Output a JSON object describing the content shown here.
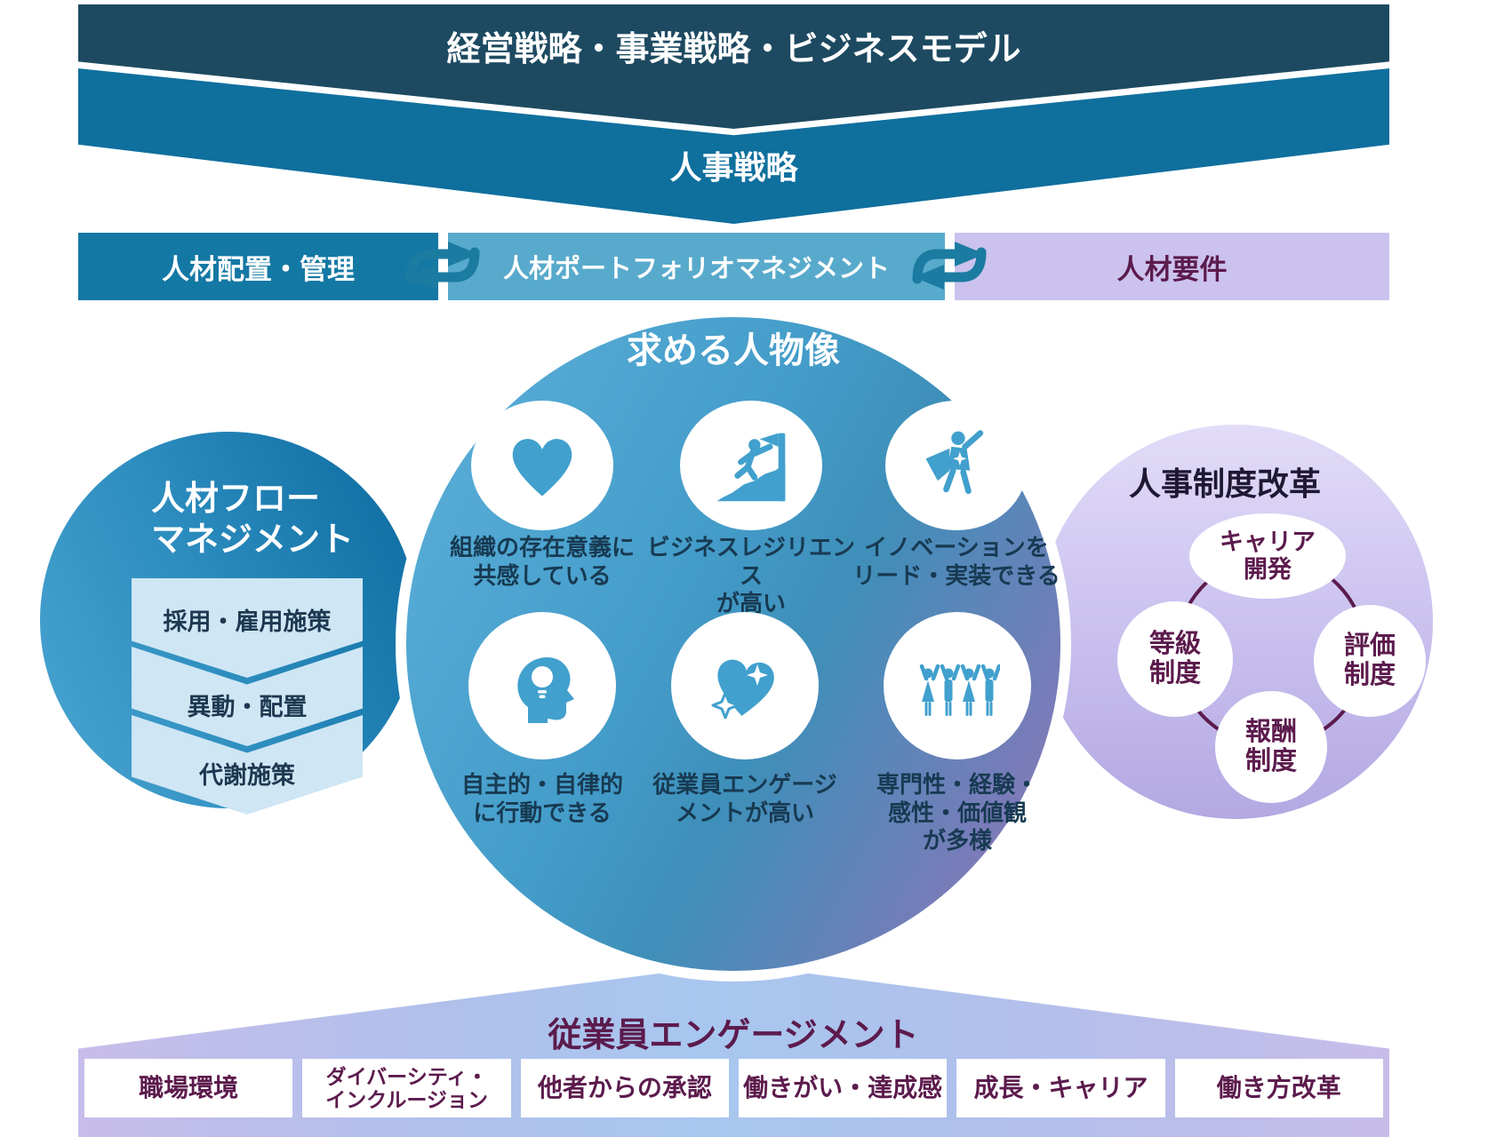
{
  "banners": {
    "top_label": "経営戦略・事業戦略・ビジネスモデル",
    "hr_label": "人事戦略"
  },
  "flow": {
    "left": {
      "label": "人材配置・管理"
    },
    "center": {
      "label": "人材ポートフォリオマネジメント"
    },
    "right": {
      "label": "人材要件"
    }
  },
  "left_circle": {
    "title": "人材フロー\nマネジメント",
    "chevrons": [
      "採用・雇用施策",
      "異動・配置",
      "代謝施策"
    ]
  },
  "center_circle": {
    "title": "求める人物像",
    "personas": [
      {
        "icon": "heart-icon",
        "label": "組織の存在意義に\n共感している"
      },
      {
        "icon": "mountain-climb-icon",
        "label": "ビジネスレジリエンス\nが高い"
      },
      {
        "icon": "superhero-icon",
        "label": "イノベーションを\nリード・実装できる"
      },
      {
        "icon": "head-lightbulb-icon",
        "label": "自主的・自律的\nに行動できる"
      },
      {
        "icon": "sparkle-heart-icon",
        "label": "従業員エンゲージ\nメントが高い"
      },
      {
        "icon": "people-group-icon",
        "label": "専門性・経験・\n感性・価値観\nが多様"
      }
    ]
  },
  "right_circle": {
    "title": "人事制度改革",
    "items": [
      "キャリア\n開発",
      "等級\n制度",
      "評価\n制度",
      "報酬\n制度"
    ]
  },
  "bottom": {
    "title": "従業員エンゲージメント",
    "boxes": [
      "職場環境",
      "ダイバーシティ・\nインクルージョン",
      "他者からの承認",
      "働きがい・達成感",
      "成長・キャリア",
      "働き方改革"
    ]
  },
  "colors": {
    "banner_top": "#1d4a61",
    "banner_hr": "#0f6f9d",
    "flow_left": "#1478a5",
    "flow_center": "#58aacc",
    "flow_right": "#cbc2ee",
    "accent_purple_text": "#5c1b4d",
    "left_circle_blue": "#1c7fb2",
    "chevron_fill": "#cfe6f4",
    "center_circle_blue": "#449cc9",
    "center_circle_purple": "#8f80c1",
    "icon_blue": "#41a0cd",
    "right_circle_lavender": "#c3b9ea",
    "label_dark_slate": "#173a52"
  }
}
